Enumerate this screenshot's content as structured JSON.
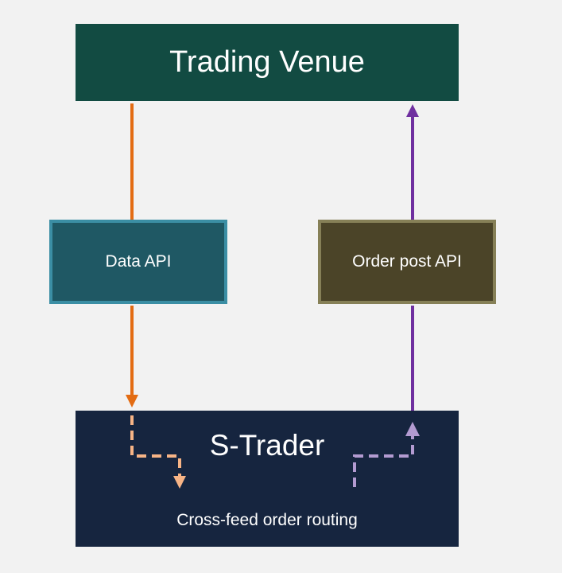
{
  "nodes": {
    "trading_venue": "Trading Venue",
    "data_api": "Data API",
    "order_post_api": "Order post API",
    "s_trader": "S-Trader",
    "s_trader_sub": "Cross-feed order routing"
  },
  "colors": {
    "background": "#f2f2f2",
    "trading_venue_fill": "#124b42",
    "data_api_fill": "#1f5864",
    "data_api_border": "#3b8ea4",
    "order_api_fill": "#4b4428",
    "order_api_border": "#868057",
    "s_trader_fill": "#16253f",
    "data_arrow": "#e36c13",
    "order_arrow": "#7030a0",
    "data_route_dashed": "#f7b486",
    "order_route_dashed": "#b39bd1"
  },
  "edges": [
    {
      "from": "trading_venue",
      "to": "s_trader",
      "via": "data_api",
      "style": "solid",
      "color_key": "data_arrow"
    },
    {
      "from": "s_trader",
      "to": "trading_venue",
      "via": "order_post_api",
      "style": "solid",
      "color_key": "order_arrow"
    },
    {
      "within": "s_trader",
      "style": "dashed",
      "color_key": "data_route_dashed"
    },
    {
      "within": "s_trader",
      "style": "dashed",
      "color_key": "order_route_dashed"
    }
  ]
}
